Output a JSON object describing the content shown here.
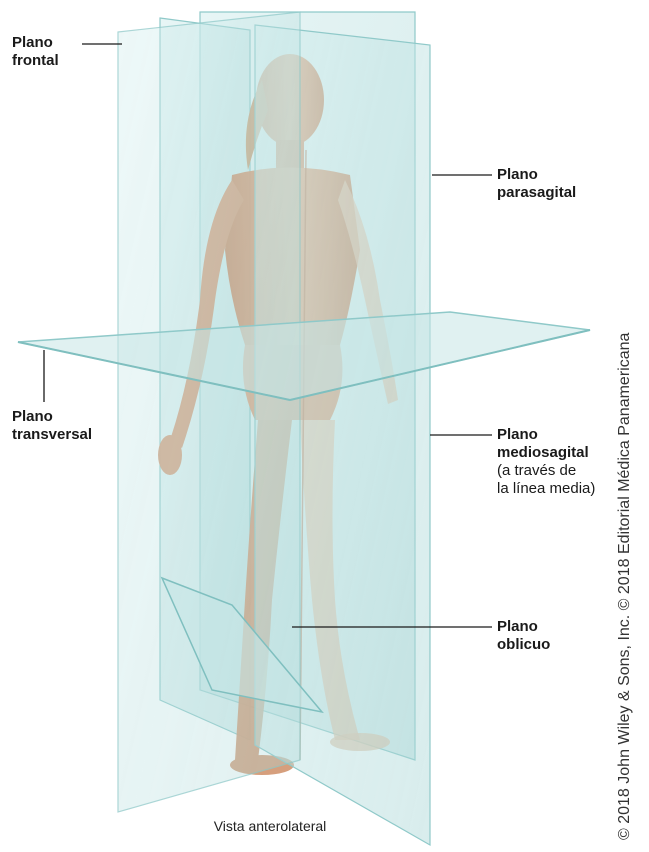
{
  "labels": {
    "frontal": {
      "line1": "Plano",
      "line2": "frontal"
    },
    "parasagital": {
      "line1": "Plano",
      "line2": "parasagital"
    },
    "transversal": {
      "line1": "Plano",
      "line2": "transversal"
    },
    "mediosagital": {
      "line1": "Plano",
      "line2": "mediosagital",
      "line3": "(a través de",
      "line4": "la línea media)"
    },
    "oblicuo": {
      "line1": "Plano",
      "line2": "oblicuo"
    }
  },
  "caption": "Vista anterolateral",
  "copyright": "© 2018 John Wiley & Sons, Inc.   © 2018 Editorial Médica Panamericana",
  "colors": {
    "glass_fill": "#bfe3e3",
    "glass_edge": "#8fc9c9",
    "skin": "#d9a07c",
    "skin_shadow": "#b87a58",
    "leader_line": "#1a1a1a"
  }
}
